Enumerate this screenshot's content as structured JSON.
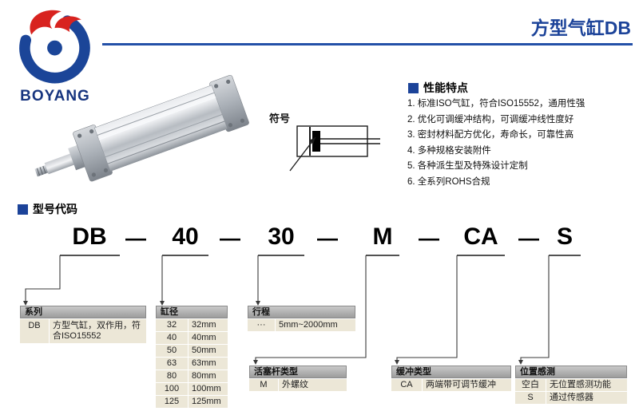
{
  "colors": {
    "accent_blue": "#1c4399",
    "logo_red": "#d8231f",
    "table_header_gray": "#aeaeae",
    "table_cell_beige": "#ece7d7"
  },
  "header": {
    "brand": "BOYANG",
    "title": "方型气缸DB"
  },
  "symbol": {
    "label": "符号"
  },
  "features": {
    "title": "性能特点",
    "items": [
      "1. 标准ISO气缸，符合ISO15552，通用性强",
      "2. 优化可调缓冲结构，可调缓冲线性度好",
      "3. 密封材料配方优化，寿命长，可靠性高",
      "4. 多种规格安装附件",
      "5. 各种派生型及特殊设计定制",
      "6. 全系列ROHS合规"
    ]
  },
  "model_code": {
    "title": "型号代码",
    "separator": "—",
    "parts": {
      "series": "DB",
      "bore": "40",
      "stroke": "30",
      "rod": "M",
      "cushion": "CA",
      "sensing": "S"
    }
  },
  "tables": {
    "series": {
      "header": "系列",
      "rows": [
        [
          "DB",
          "方型气缸，双作用，符合ISO15552"
        ]
      ]
    },
    "bore": {
      "header": "缸径",
      "rows": [
        [
          "32",
          "32mm"
        ],
        [
          "40",
          "40mm"
        ],
        [
          "50",
          "50mm"
        ],
        [
          "63",
          "63mm"
        ],
        [
          "80",
          "80mm"
        ],
        [
          "100",
          "100mm"
        ],
        [
          "125",
          "125mm"
        ]
      ]
    },
    "stroke": {
      "header": "行程",
      "rows": [
        [
          "···",
          "5mm~2000mm"
        ]
      ]
    },
    "rod": {
      "header": "活塞杆类型",
      "rows": [
        [
          "M",
          "外螺纹"
        ]
      ]
    },
    "cushion": {
      "header": "缓冲类型",
      "rows": [
        [
          "CA",
          "两端带可调节缓冲"
        ]
      ]
    },
    "sensing": {
      "header": "位置感测",
      "rows": [
        [
          "空白",
          "无位置感测功能"
        ],
        [
          "S",
          "通过传感器"
        ]
      ]
    }
  }
}
